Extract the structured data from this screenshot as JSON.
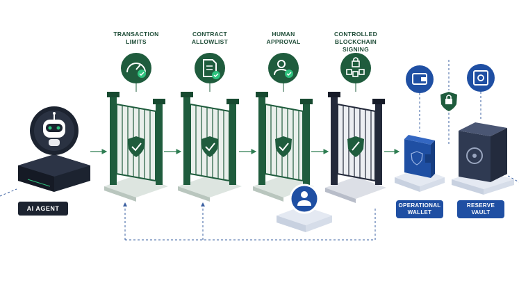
{
  "agent": {
    "label": "AI AGENT"
  },
  "gates": [
    {
      "line1": "TRANSACTION",
      "line2": "LIMITS",
      "icon": "gauge-check-icon"
    },
    {
      "line1": "CONTRACT",
      "line2": "ALLOWLIST",
      "icon": "document-check-icon"
    },
    {
      "line1": "HUMAN",
      "line2": "APPROVAL",
      "icon": "user-check-icon"
    },
    {
      "line1": "CONTROLLED",
      "line2": "BLOCKCHAIN SIGNING",
      "icon": "lock-blocks-icon"
    }
  ],
  "destinations": {
    "operational": {
      "line1": "OPERATIONAL",
      "line2": "WALLET",
      "icon": "wallet-icon"
    },
    "reserve": {
      "line1": "RESERVE",
      "line2": "VAULT",
      "icon": "safe-icon"
    }
  },
  "colors": {
    "green": "#1f5c3d",
    "dark": "#23293a",
    "blue": "#1f4fa3",
    "dash": "#3a5fa0"
  }
}
